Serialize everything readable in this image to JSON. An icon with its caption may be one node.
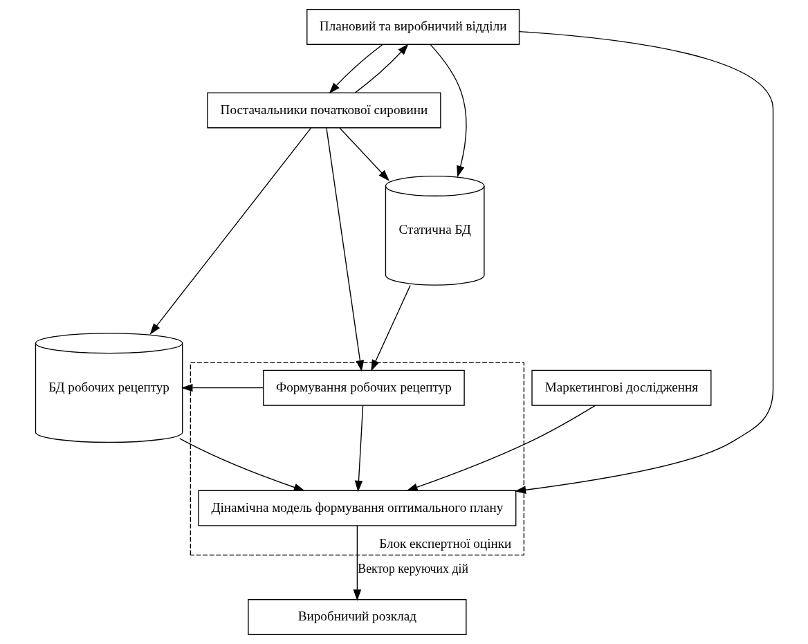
{
  "diagram": {
    "nodes": [
      {
        "text": [
          "Плановий та виробничий відділи"
        ]
      },
      {
        "text": [
          "Постачальники початкової сировини"
        ]
      },
      {
        "text": [
          "Статична БД"
        ]
      },
      {
        "text": [
          "Блок експертної оцінки"
        ]
      },
      {
        "text": [
          "Маркетингові дослідження"
        ]
      },
      {
        "text": [
          "Дінамічна модель формування оптимального плану"
        ],
        "in": 3
      },
      {
        "text": [
          "Формування робочих рецептур"
        ],
        "in": 3
      },
      {
        "text": [
          "БД робочих рецептур"
        ]
      },
      {
        "text": [
          "Виробничий розклад"
        ]
      }
    ],
    "edges": [
      {
        "from": 0,
        "to": 2,
        "arrow": "to"
      },
      {
        "from": 1,
        "to": 0,
        "arrow": "to"
      },
      {
        "from": 0,
        "to": 1,
        "arrow": "to"
      },
      {
        "from": 1,
        "to": 2,
        "arrow": "to"
      },
      {
        "from": 1,
        "to": 7,
        "arrow": "to"
      },
      {
        "from": 7,
        "to": 5,
        "arrow": "to"
      },
      {
        "from": 0,
        "to": 5,
        "arrow": "to"
      },
      {
        "from": 1,
        "to": 6,
        "arrow": "to"
      },
      {
        "from": 2,
        "to": 6,
        "arrow": "to"
      },
      {
        "from": 4,
        "to": 5,
        "arrow": "to"
      },
      {
        "from": 6,
        "to": 5,
        "arrow": "to"
      },
      {
        "from": 5,
        "to": 8,
        "label": "Вектор керуючих дій",
        "arrow": "to"
      },
      {
        "from": 6,
        "to": 7,
        "arrow": "to"
      }
    ]
  }
}
